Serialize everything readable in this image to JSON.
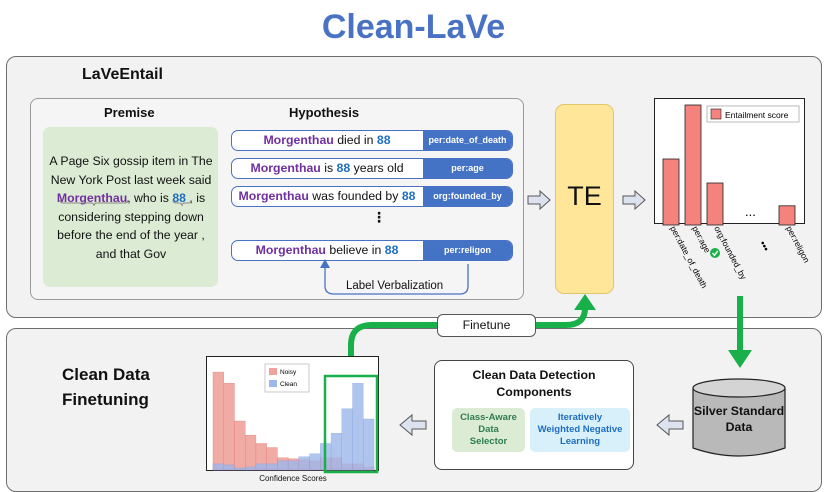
{
  "title": "Clean-LaVe",
  "lave": {
    "title": "LaVeEntail",
    "premise_header": "Premise",
    "hypothesis_header": "Hypothesis",
    "premise": {
      "before": "A Page Six gossip item in The New York Post last week said ",
      "entity": "Morgenthau",
      "middle": ", who is ",
      "number": "88",
      "after": " , is considering stepping down before the end of the year , and that Gov"
    },
    "hypotheses": [
      {
        "entity": "Morgenthau",
        "text": " died in ",
        "number": "88",
        "relation": "per:date_of_death"
      },
      {
        "entity": "Morgenthau",
        "text": " is ",
        "number": "88",
        "text2": " years old",
        "relation": "per:age"
      },
      {
        "entity": "Morgenthau",
        "text": " was founded by ",
        "number": "88",
        "relation": "org:founded_by"
      },
      {
        "entity": "Morgenthau",
        "text": " believe in ",
        "number": "88",
        "relation": "per:religon"
      }
    ],
    "vdots": "⋮",
    "label_verbalization": "Label Verbalization"
  },
  "te": {
    "label": "TE"
  },
  "entailment_chart": {
    "legend": "Entailment score",
    "gap_dots": "...",
    "tick_dots": "•••",
    "check_icon": "check-circle-icon"
  },
  "finetune_label": "Finetune",
  "clean_data": {
    "title_line1": "Clean Data",
    "title_line2": "Finetuning"
  },
  "confidence_chart": {
    "legend_noisy": "Noisy",
    "legend_clean": "Clean",
    "xlabel": "Confidence Scores"
  },
  "ccd": {
    "title_line1": "Clean Data Detection",
    "title_line2": "Components",
    "cads": [
      "Class-Aware",
      "Data",
      "Selector"
    ],
    "iwnl": [
      "Iteratively",
      "Weighted Negative",
      "Learning"
    ]
  },
  "silver": {
    "line1": "Silver Standard",
    "line2": "Data"
  },
  "colors": {
    "accent": "#4a72c4",
    "bar": "#f4837d",
    "clean": "#9db7eb",
    "noisy": "#f0a29c",
    "green": "#19b04a",
    "te": "#ffe699"
  },
  "chart_data": [
    {
      "type": "bar",
      "categories": [
        "per:date_of_death",
        "per:age",
        "org:founded_by",
        "...",
        "per:religon"
      ],
      "series": [
        {
          "name": "Entailment score",
          "values": [
            0.55,
            1.0,
            0.35,
            null,
            0.16
          ]
        }
      ],
      "ylim": [
        0,
        1
      ]
    },
    {
      "type": "bar",
      "bins": 15,
      "series": [
        {
          "name": "Noisy",
          "values": [
            0.96,
            0.85,
            0.48,
            0.34,
            0.26,
            0.22,
            0.12,
            0.11,
            0.1,
            0.09,
            0.12,
            0.12,
            0.06,
            0.06,
            0.03
          ]
        },
        {
          "name": "Clean",
          "values": [
            0.06,
            0.05,
            0.02,
            0.03,
            0.06,
            0.06,
            0.09,
            0.09,
            0.13,
            0.16,
            0.26,
            0.36,
            0.6,
            0.85,
            0.5
          ]
        }
      ],
      "xlabel": "Confidence Scores"
    }
  ]
}
